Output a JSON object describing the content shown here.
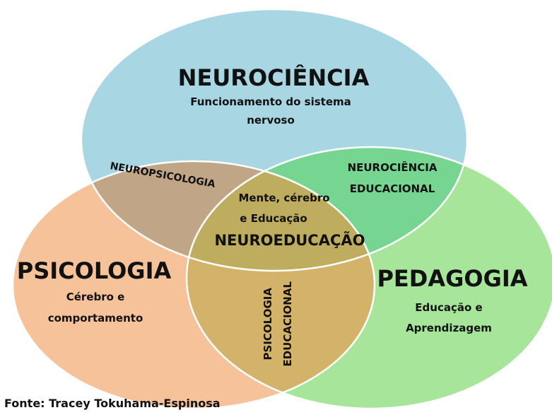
{
  "circles": {
    "neurociencia": {
      "title": "NEUROCIÊNCIA",
      "subtitle_line1": "Funcionamento do sistema",
      "subtitle_line2": "nervoso",
      "color": "#a9d6e3"
    },
    "psicologia": {
      "title": "PSICOLOGIA",
      "subtitle_line1": "Cérebro e",
      "subtitle_line2": "comportamento",
      "color": "#f6c29a"
    },
    "pedagogia": {
      "title": "PEDAGOGIA",
      "subtitle_line1": "Educação e",
      "subtitle_line2": "Aprendizagem",
      "color": "#a6e59a"
    }
  },
  "overlaps": {
    "neuropsicologia": "NEUROPSICOLOGIA",
    "neurociencia_educacional_line1": "NEUROCIÊNCIA",
    "neurociencia_educacional_line2": "EDUCACIONAL",
    "psicologia_educacional_line1": "PSICOLOGIA",
    "psicologia_educacional_line2": "EDUCACIONAL"
  },
  "center": {
    "line1": "Mente, cérebro",
    "line2": "e Educação",
    "title": "NEUROEDUCAÇÃO"
  },
  "source": "Fonte: Tracey Tokuhama-Espinosa"
}
